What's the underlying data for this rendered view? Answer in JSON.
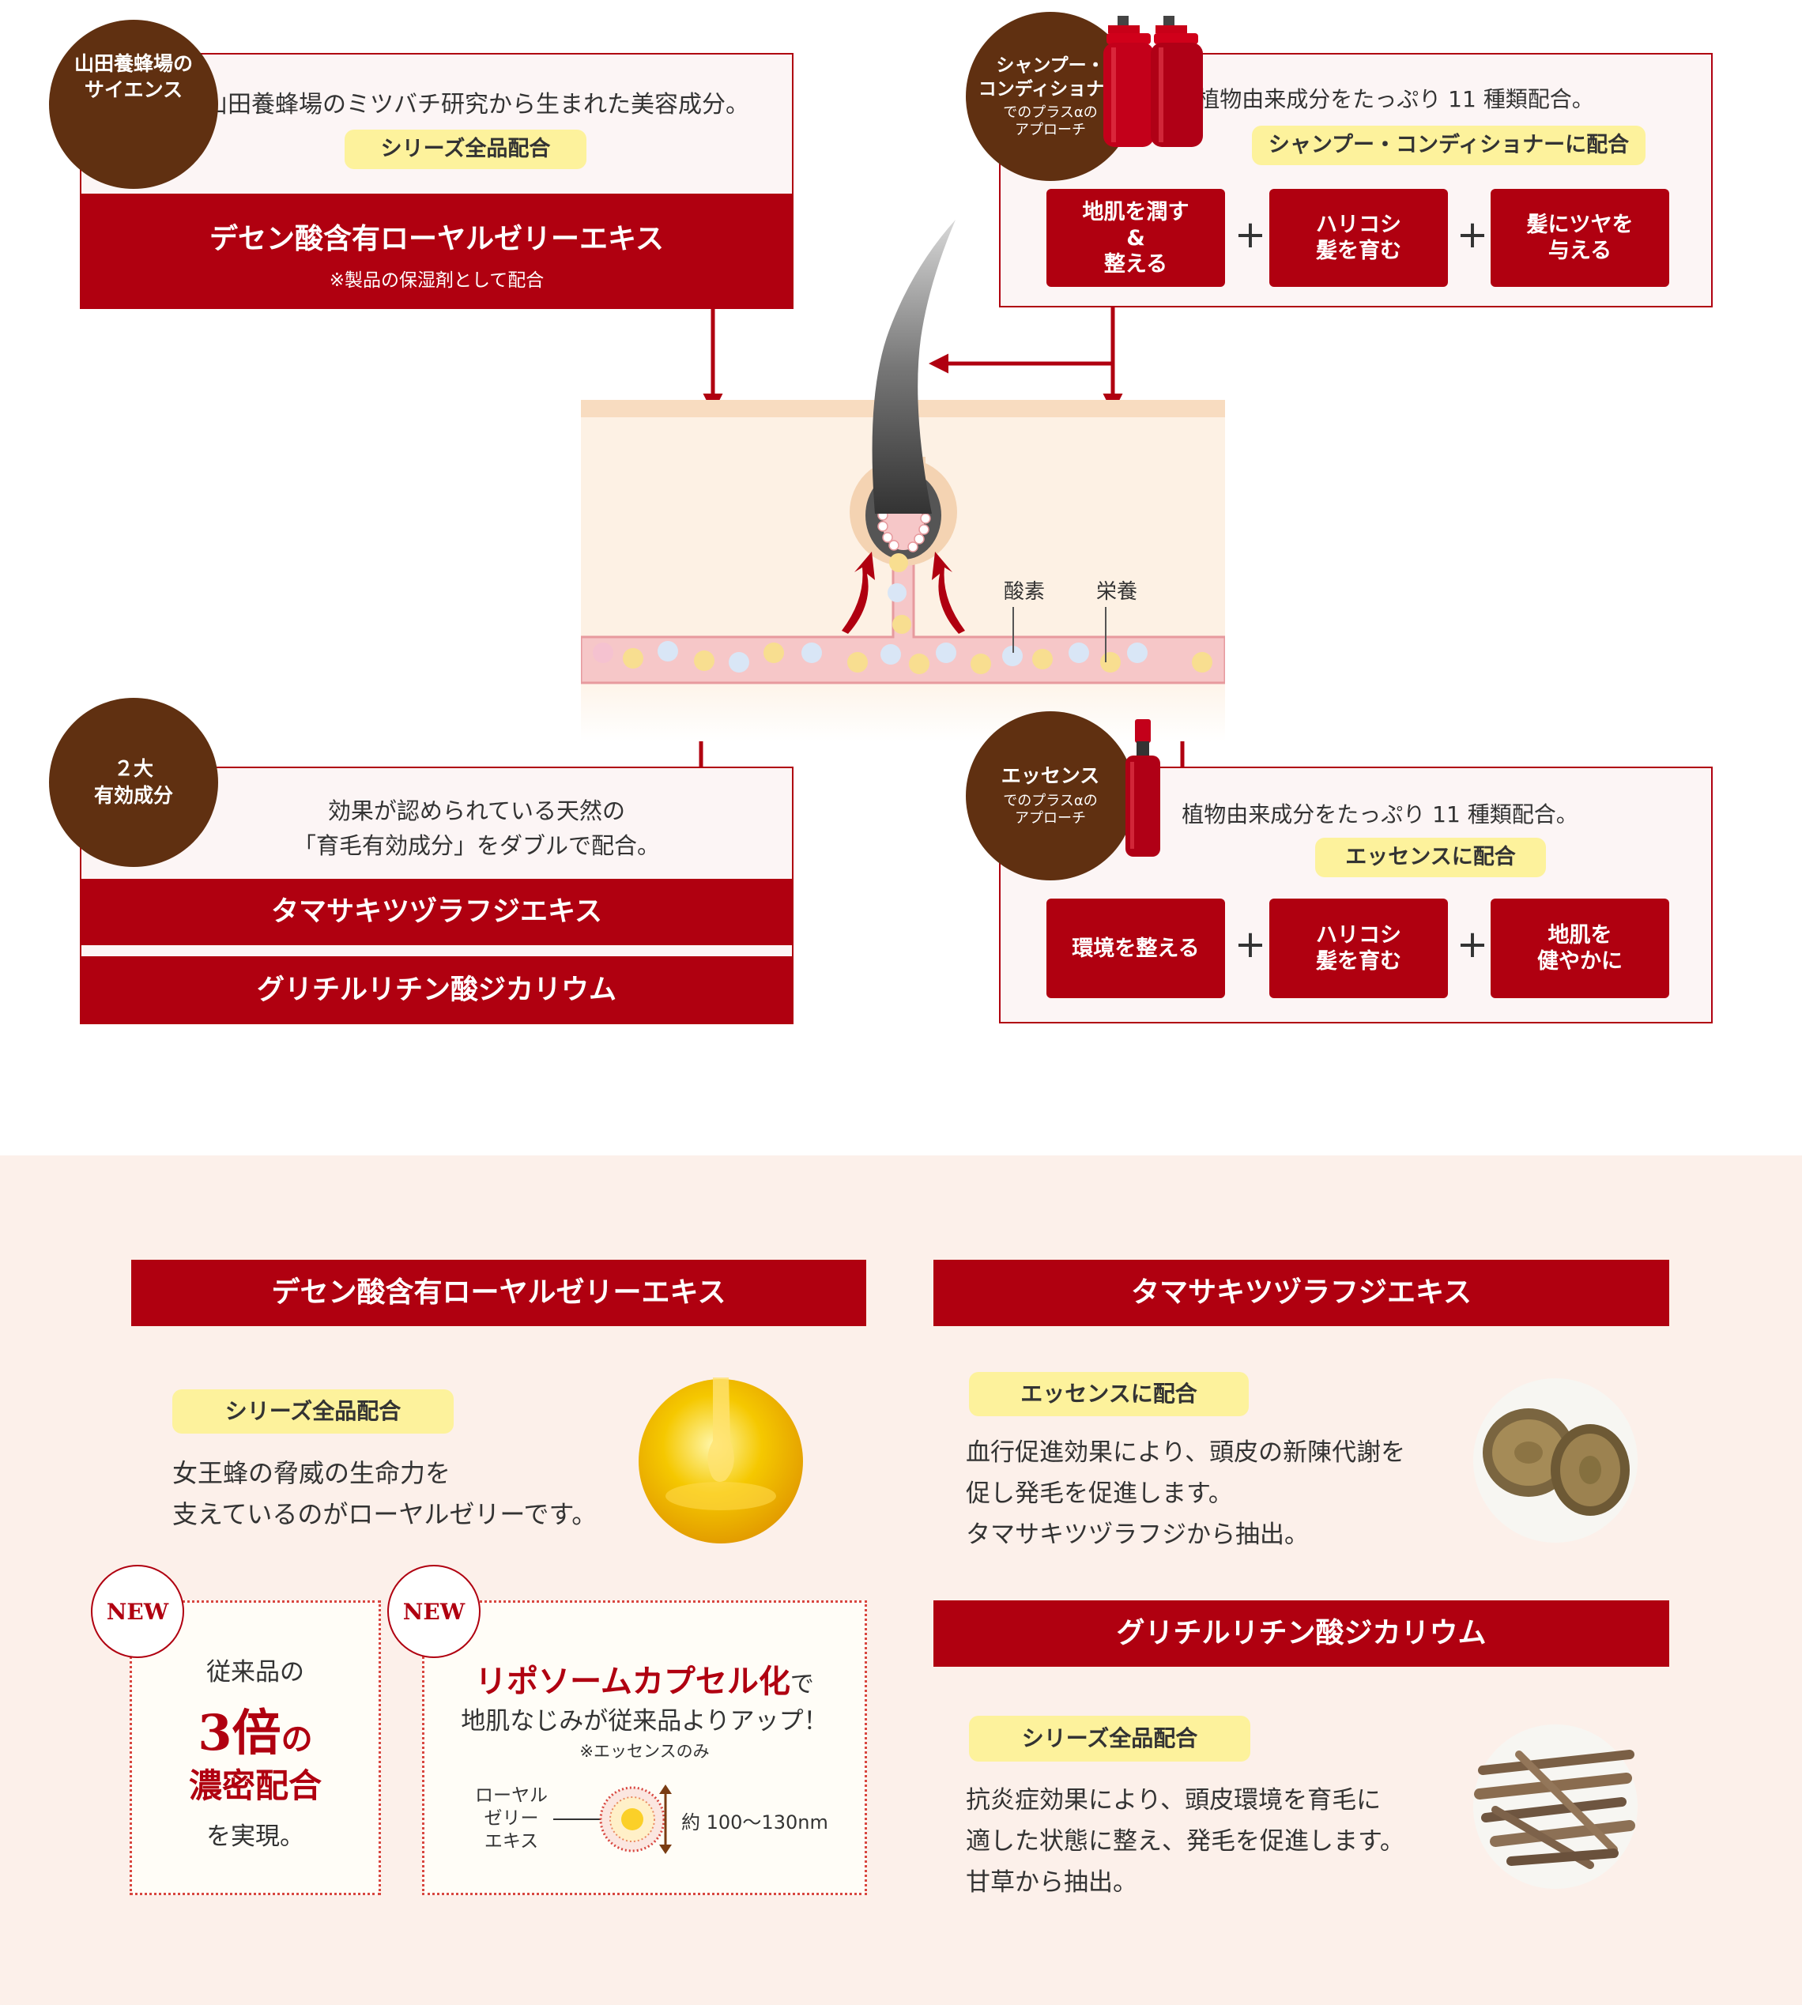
{
  "b1": {
    "badge": "山田養蜂場の\nサイエンス",
    "desc": "山田養蜂場のミツバチ研究から生まれた美容成分。",
    "tag": "シリーズ全品配合",
    "ingredient": "デセン酸含有ローヤルゼリーエキス",
    "note": "※製品の保湿剤として配合"
  },
  "b2": {
    "badge_main": "シャンプー・\nコンディショナー",
    "badge_sub": "でのプラスαの\nアプローチ",
    "desc": "植物由来成分をたっぷり 11 種類配合。",
    "tag": "シャンプー・コンディショナーに配合",
    "effects": [
      "地肌を潤す\n&\n整える",
      "ハリコシ\n髪を育む",
      "髪にツヤを\n与える"
    ],
    "plus": "+"
  },
  "b3": {
    "badge": "２大\n有効成分",
    "desc": "効果が認められている天然の\n「育毛有効成分」をダブルで配合。",
    "ingredient1": "タマサキツヅラフジエキス",
    "ingredient2": "グリチルリチン酸ジカリウム"
  },
  "b4": {
    "badge_main": "エッセンス",
    "badge_sub": "でのプラスαの\nアプローチ",
    "desc": "植物由来成分をたっぷり 11 種類配合。",
    "tag": "エッセンスに配合",
    "effects": [
      "環境を整える",
      "ハリコシ\n髪を育む",
      "地肌を\n健やかに"
    ],
    "plus": "+"
  },
  "scalp": {
    "oxygen": "酸素",
    "nutrition": "栄養"
  },
  "bottom": {
    "rj": {
      "title": "デセン酸含有ローヤルゼリーエキス",
      "tag": "シリーズ全品配合",
      "text": "女王蜂の脅威の生命力を\n支えているのがローヤルゼリーです。"
    },
    "card1": {
      "badge": "NEW",
      "line1": "従来品の",
      "big": "3倍",
      "no": "の",
      "em": "濃密配合",
      "line2": "を実現。"
    },
    "card2": {
      "badge": "NEW",
      "title": "リポソームカプセル化",
      "de": "で",
      "line": "地肌なじみが従来品よりアップ！",
      "note": "※エッセンスのみ",
      "label": "ローヤル\nゼリー\nエキス",
      "size": "約 100〜130nm"
    },
    "tama": {
      "title": "タマサキツヅラフジエキス",
      "tag": "エッセンスに配合",
      "text": "血行促進効果により、頭皮の新陳代謝を\n促し発毛を促進します。\nタマサキツヅラフジから抽出。"
    },
    "gly": {
      "title": "グリチルリチン酸ジカリウム",
      "tag": "シリーズ全品配合",
      "text": "抗炎症効果により、頭皮環境を育毛に\n適した状態に整え、発毛を促進します。\n甘草から抽出。"
    }
  },
  "colors": {
    "red": "#b00010",
    "brown": "#603011",
    "yellow": "#fdf29c",
    "bg": "#fcf0ea"
  }
}
